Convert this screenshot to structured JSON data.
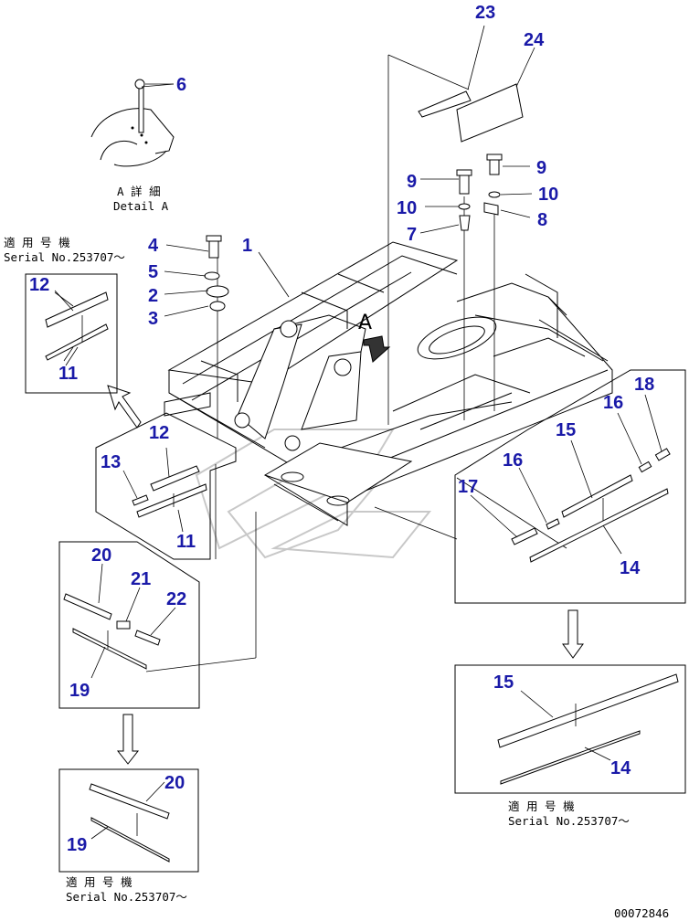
{
  "detail_a": {
    "caption_jp": "A 詳 細",
    "caption_en": "Detail A"
  },
  "frame_marker": "A",
  "serial_caption": {
    "jp": "適 用 号 機",
    "en": "Serial No.253707〜"
  },
  "callouts": {
    "c1": "1",
    "c2": "2",
    "c3": "3",
    "c4": "4",
    "c5": "5",
    "c6": "6",
    "c7": "7",
    "c8": "8",
    "c9a": "9",
    "c9b": "9",
    "c10a": "10",
    "c10b": "10",
    "c11a": "11",
    "c11b": "11",
    "c12a": "12",
    "c12b": "12",
    "c13": "13",
    "c14a": "14",
    "c14b": "14",
    "c15a": "15",
    "c15b": "15",
    "c16a": "16",
    "c16b": "16",
    "c17": "17",
    "c18": "18",
    "c19a": "19",
    "c19b": "19",
    "c20a": "20",
    "c20b": "20",
    "c21": "21",
    "c22": "22",
    "c23": "23",
    "c24": "24"
  },
  "drawing_number": "00072846"
}
